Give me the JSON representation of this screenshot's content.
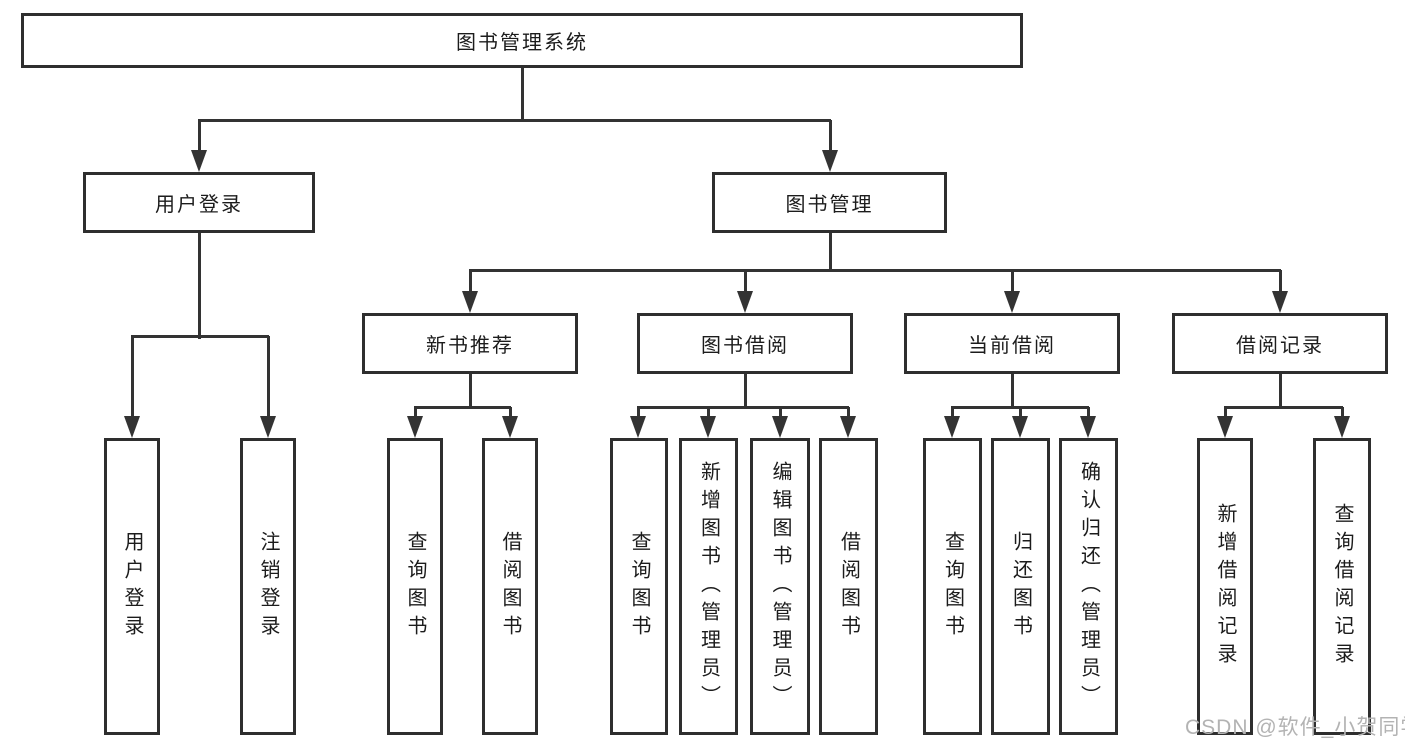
{
  "diagram": {
    "title": "图书管理系统",
    "watermark": "CSDN @软件_小贺同学",
    "colors": {
      "line": "#333333",
      "box_border": "#2e2e2e",
      "text": "#1c1c1c",
      "watermark": "#b3b3b3",
      "background": "#ffffff"
    },
    "nodes": {
      "root": {
        "label": "图书管理系统"
      },
      "user_login": {
        "label": "用户登录"
      },
      "book_mgmt": {
        "label": "图书管理"
      },
      "new_book_rec": {
        "label": "新书推荐"
      },
      "book_borrow": {
        "label": "图书借阅"
      },
      "current_borrow": {
        "label": "当前借阅"
      },
      "borrow_records": {
        "label": "借阅记录"
      },
      "leaf_user_login": {
        "label": "用户登录"
      },
      "leaf_logout": {
        "label": "注销登录"
      },
      "rec_query_book": {
        "label": "查询图书"
      },
      "rec_borrow_book": {
        "label": "借阅图书"
      },
      "bb_query_book": {
        "label": "查询图书"
      },
      "bb_add_book": {
        "label": "新增图书（管理员）"
      },
      "bb_edit_book": {
        "label": "编辑图书（管理员）"
      },
      "bb_borrow_book": {
        "label": "借阅图书"
      },
      "cb_query_book": {
        "label": "查询图书"
      },
      "cb_return_book": {
        "label": "归还图书"
      },
      "cb_confirm_return": {
        "label": "确认归还（管理员）"
      },
      "br_add_record": {
        "label": "新增借阅记录"
      },
      "br_query_record": {
        "label": "查询借阅记录"
      }
    },
    "edges": [
      [
        "root",
        "user_login"
      ],
      [
        "root",
        "book_mgmt"
      ],
      [
        "user_login",
        "leaf_user_login"
      ],
      [
        "user_login",
        "leaf_logout"
      ],
      [
        "book_mgmt",
        "new_book_rec"
      ],
      [
        "book_mgmt",
        "book_borrow"
      ],
      [
        "book_mgmt",
        "current_borrow"
      ],
      [
        "book_mgmt",
        "borrow_records"
      ],
      [
        "new_book_rec",
        "rec_query_book"
      ],
      [
        "new_book_rec",
        "rec_borrow_book"
      ],
      [
        "book_borrow",
        "bb_query_book"
      ],
      [
        "book_borrow",
        "bb_add_book"
      ],
      [
        "book_borrow",
        "bb_edit_book"
      ],
      [
        "book_borrow",
        "bb_borrow_book"
      ],
      [
        "current_borrow",
        "cb_query_book"
      ],
      [
        "current_borrow",
        "cb_return_book"
      ],
      [
        "current_borrow",
        "cb_confirm_return"
      ],
      [
        "borrow_records",
        "br_add_record"
      ],
      [
        "borrow_records",
        "br_query_record"
      ]
    ]
  }
}
